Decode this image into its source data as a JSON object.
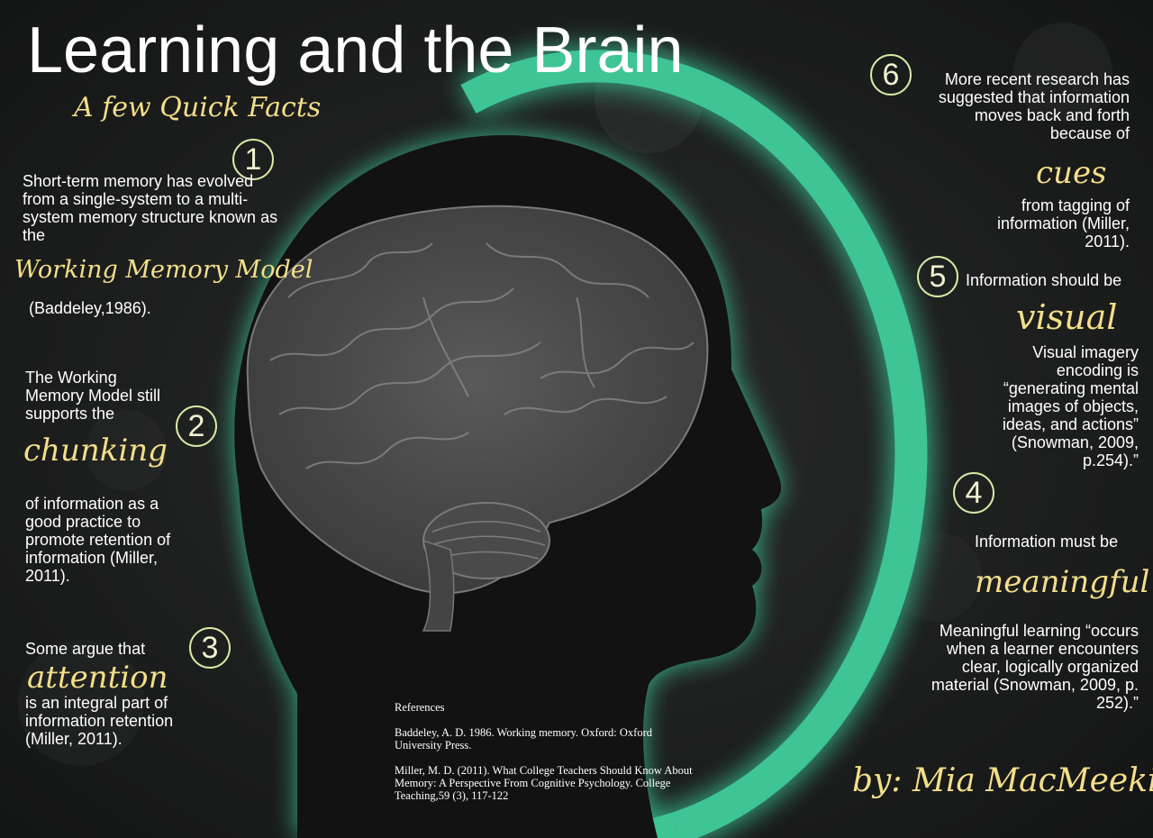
{
  "title": "Learning and the Brain",
  "subtitle": "A few Quick Facts",
  "colors": {
    "background": "#1c1d1d",
    "accent_green": "#3ec495",
    "script_yellow": "#f3de8a",
    "circle_outline": "#d9e8a6"
  },
  "facts": [
    {
      "number": "1",
      "text_before": "Short-term memory has evolved from a single-system to a multi-system memory structure known as the",
      "keyword": "Working Memory Model",
      "text_after": "(Baddeley,1986)."
    },
    {
      "number": "2",
      "text_before": "The Working Memory Model still supports the",
      "keyword": "chunking",
      "text_after": "of information as a good practice to promote retention of information (Miller, 2011)."
    },
    {
      "number": "3",
      "text_before": "Some argue that",
      "keyword": "attention",
      "text_after": "is an integral part of information retention (Miller, 2011)."
    },
    {
      "number": "4",
      "text_before": "Information must be",
      "keyword": "meaningful",
      "text_after": "Meaningful learning “occurs when a learner encounters clear, logically organized material (Snowman, 2009, p. 252).”"
    },
    {
      "number": "5",
      "text_before": "Information should be",
      "keyword": "visual",
      "text_after": "Visual imagery encoding is “generating mental images of objects, ideas, and actions” (Snowman, 2009, p.254).”"
    },
    {
      "number": "6",
      "text_before": "More recent research has suggested that information moves back and forth because of",
      "keyword": "cues",
      "text_after": "from tagging of information (Miller, 2011)."
    }
  ],
  "references": {
    "heading": "References",
    "items": [
      "Baddeley, A. D. 1986. Working memory. Oxford: Oxford University Press.",
      "Miller, M. D. (2011). What College Teachers Should Know About Memory: A Perspective From Cognitive Psychology. College Teaching,59 (3), 117-122"
    ]
  },
  "author": "by: Mia MacMeekin"
}
